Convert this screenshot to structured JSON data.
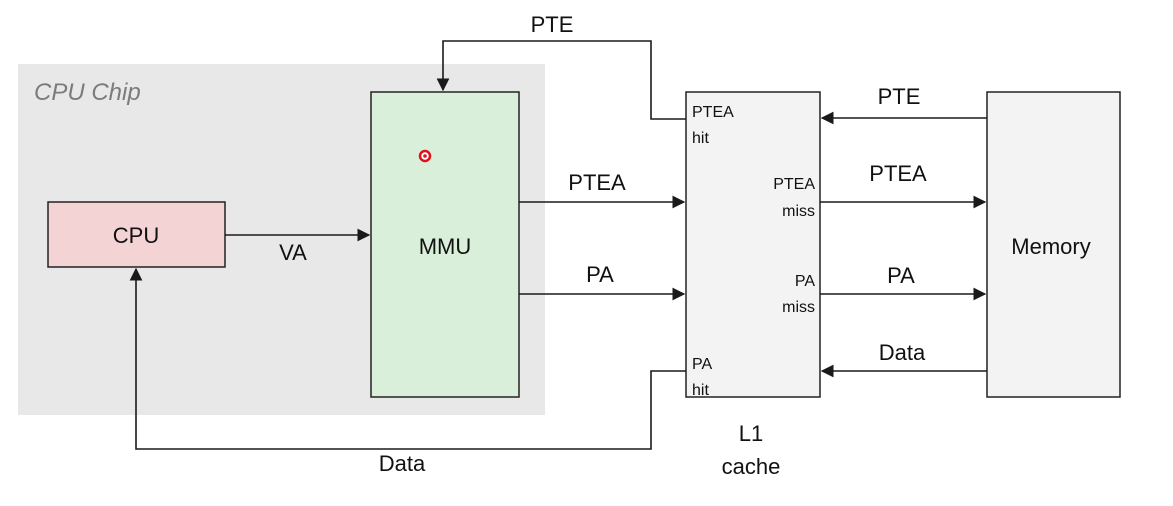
{
  "diagram": {
    "chip_label": "CPU Chip",
    "cpu_label": "CPU",
    "mmu_label": "MMU",
    "memory_label": "Memory",
    "cache_label_line1": "L1",
    "cache_label_line2": "cache",
    "ports": {
      "ptea_hit": [
        "PTEA",
        "hit"
      ],
      "ptea_miss": [
        "PTEA",
        "miss"
      ],
      "pa_miss": [
        "PA",
        "miss"
      ],
      "pa_hit": [
        "PA",
        "hit"
      ]
    },
    "edges": {
      "va": "VA",
      "pte_top": "PTE",
      "ptea_mmu_cache": "PTEA",
      "pa_mmu_cache": "PA",
      "pte_mem_cache": "PTE",
      "ptea_cache_mem": "PTEA",
      "pa_cache_mem": "PA",
      "data_mem_cache": "Data",
      "data_bottom": "Data"
    },
    "colors": {
      "chip_bg": "#e8e8e8",
      "cpu_fill": "#f3d3d3",
      "mmu_fill": "#d9efd9",
      "box_fill": "#f3f3f3",
      "cursor": "#e0101a"
    }
  }
}
